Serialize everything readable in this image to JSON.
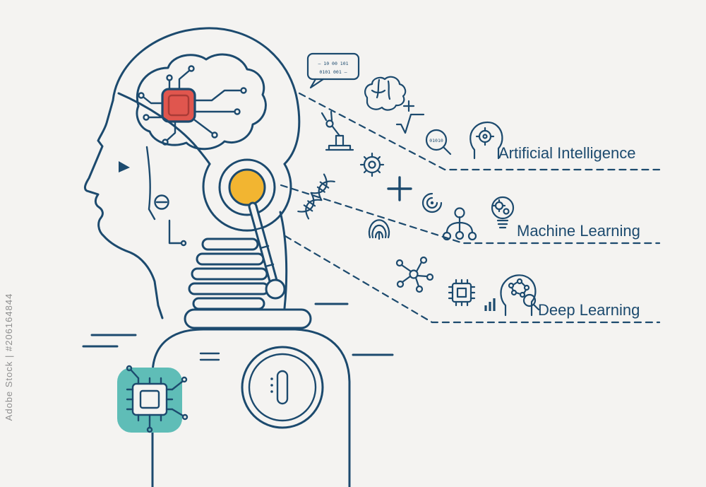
{
  "watermark": {
    "side_text": "Adobe Stock | #206164844"
  },
  "labels": {
    "artificial_intelligence": "Artificial Intelligence",
    "machine_learning": "Machine Learning",
    "deep_learning": "Deep Learning"
  },
  "binary_bubble": {
    "line1": "– 10 00 101",
    "line2": "0101 001 –"
  },
  "magnifier": {
    "digits": "01010"
  },
  "colors": {
    "line": "#1c4a6e",
    "teal": "#5fbdb7",
    "red": "#e0564e",
    "yellow": "#f2b531",
    "background": "#f4f3f1",
    "watermark_gray": "#8f8f8f"
  }
}
